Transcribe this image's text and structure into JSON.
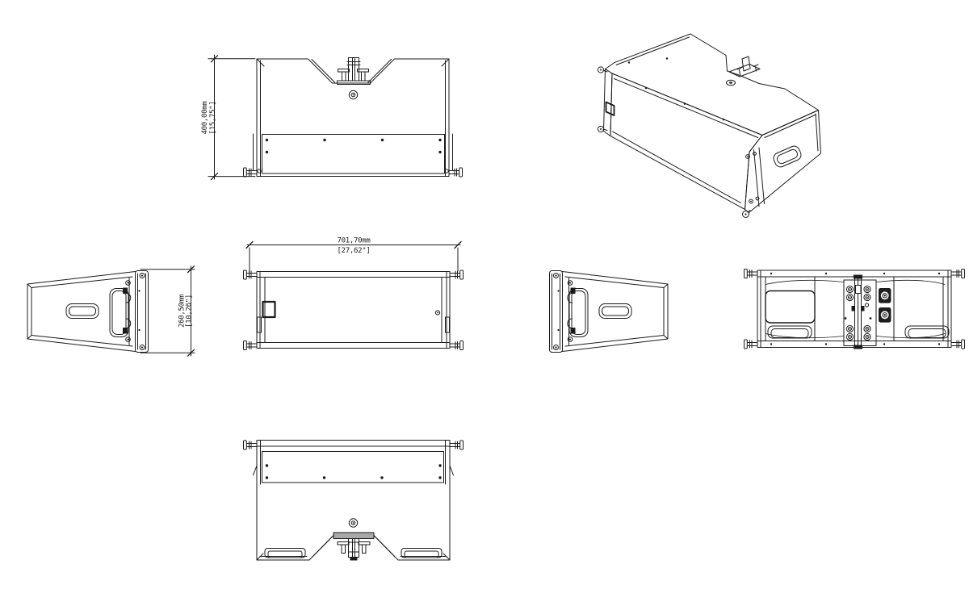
{
  "drawing": {
    "dimensions": {
      "depth": {
        "metric": "400,00mm",
        "imperial": "[15,75\"]"
      },
      "width": {
        "metric": "701,70mm",
        "imperial": "[27,62\"]"
      },
      "height": {
        "metric": "260,50mm",
        "imperial": "[10,26\"]"
      }
    },
    "colors": {
      "line": "#1b1b1b",
      "background": "#ffffff",
      "rigging_plate": "#a9a9a9",
      "connector_body": "#1e1e1e"
    }
  }
}
